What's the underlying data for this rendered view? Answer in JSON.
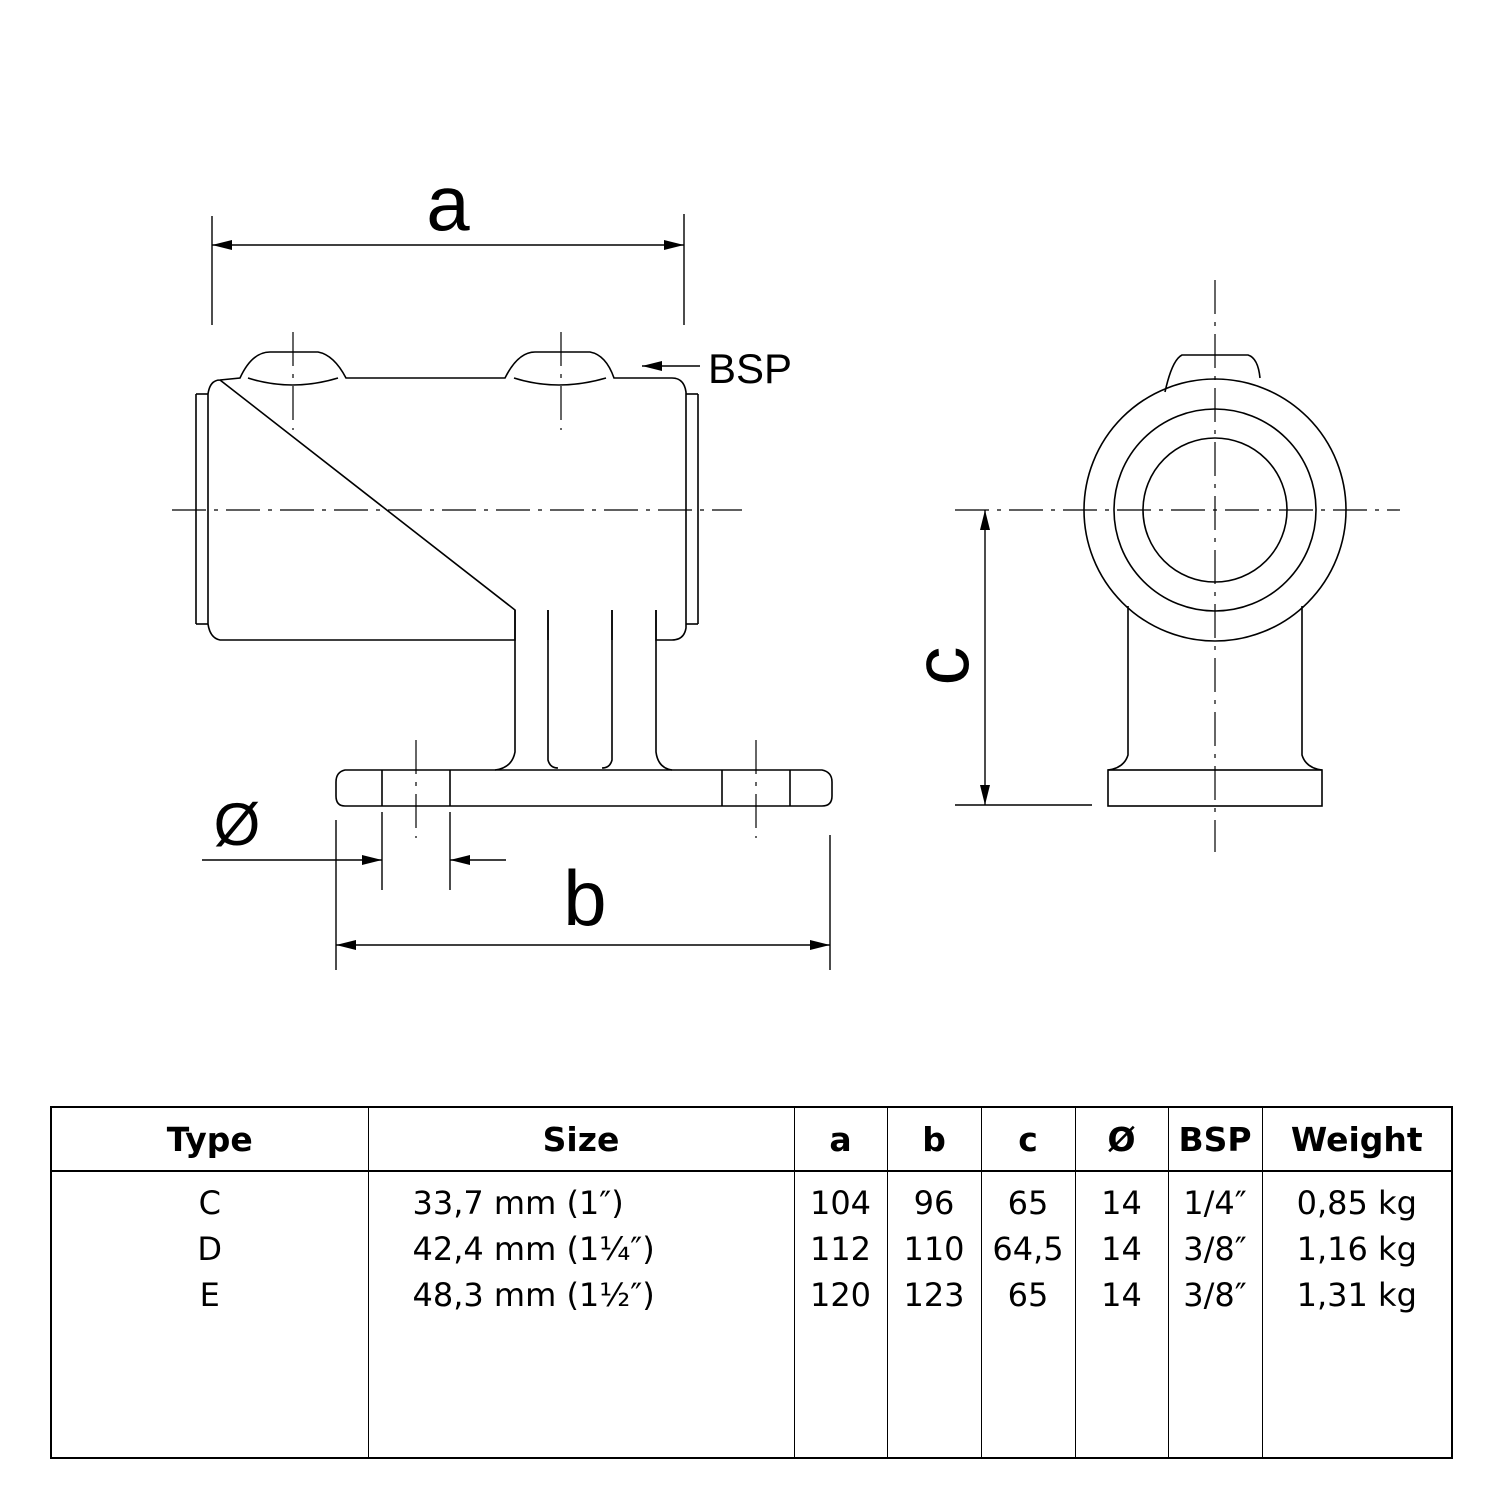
{
  "drawing": {
    "labels": {
      "a": "a",
      "b": "b",
      "c": "c",
      "diameter": "Ø",
      "bsp": "BSP"
    }
  },
  "table": {
    "headers": [
      "Type",
      "Size",
      "a",
      "b",
      "c",
      "Ø",
      "BSP",
      "Weight"
    ],
    "rows": [
      [
        "C",
        "33,7 mm (1″)",
        "104",
        "96",
        "65",
        "14",
        "1/4″",
        "0,85 kg"
      ],
      [
        "D",
        "42,4 mm (1¼″)",
        "112",
        "110",
        "64,5",
        "14",
        "3/8″",
        "1,16 kg"
      ],
      [
        "E",
        "48,3 mm (1½″)",
        "120",
        "123",
        "65",
        "14",
        "3/8″",
        "1,31 kg"
      ]
    ]
  }
}
